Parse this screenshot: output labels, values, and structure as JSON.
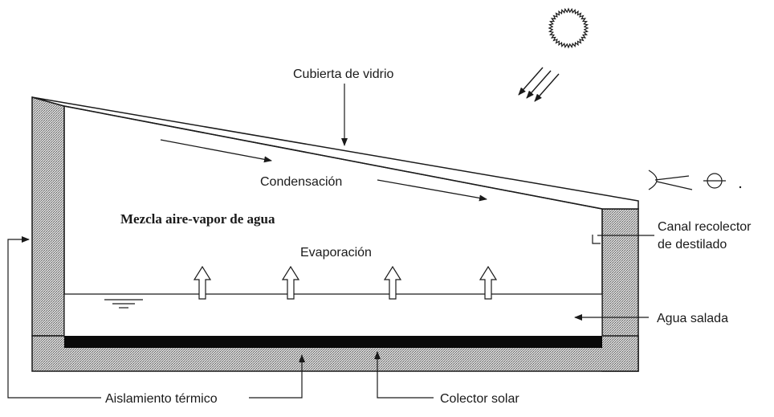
{
  "labels": {
    "glass_cover": "Cubierta de vidrio",
    "condensation": "Condensación",
    "air_vapor_mixture": "Mezcla aire-vapor de agua",
    "distillate_channel_line1": "Canal recolector",
    "distillate_channel_line2": "de destilado",
    "evaporation": "Evaporación",
    "salt_water": "Agua salada",
    "thermal_insulation": "Aislamiento térmico",
    "solar_collector": "Colector solar"
  },
  "colors": {
    "line": "#1a1a1a",
    "absorber_plate": "#0a0a0a",
    "insulation_hatch": "#7a7a7a",
    "background": "#ffffff"
  },
  "icons": [
    "sun-icon",
    "sunlight-rays-icon",
    "water-level-symbol-icon",
    "eye-icon",
    "circle-marker-icon"
  ]
}
